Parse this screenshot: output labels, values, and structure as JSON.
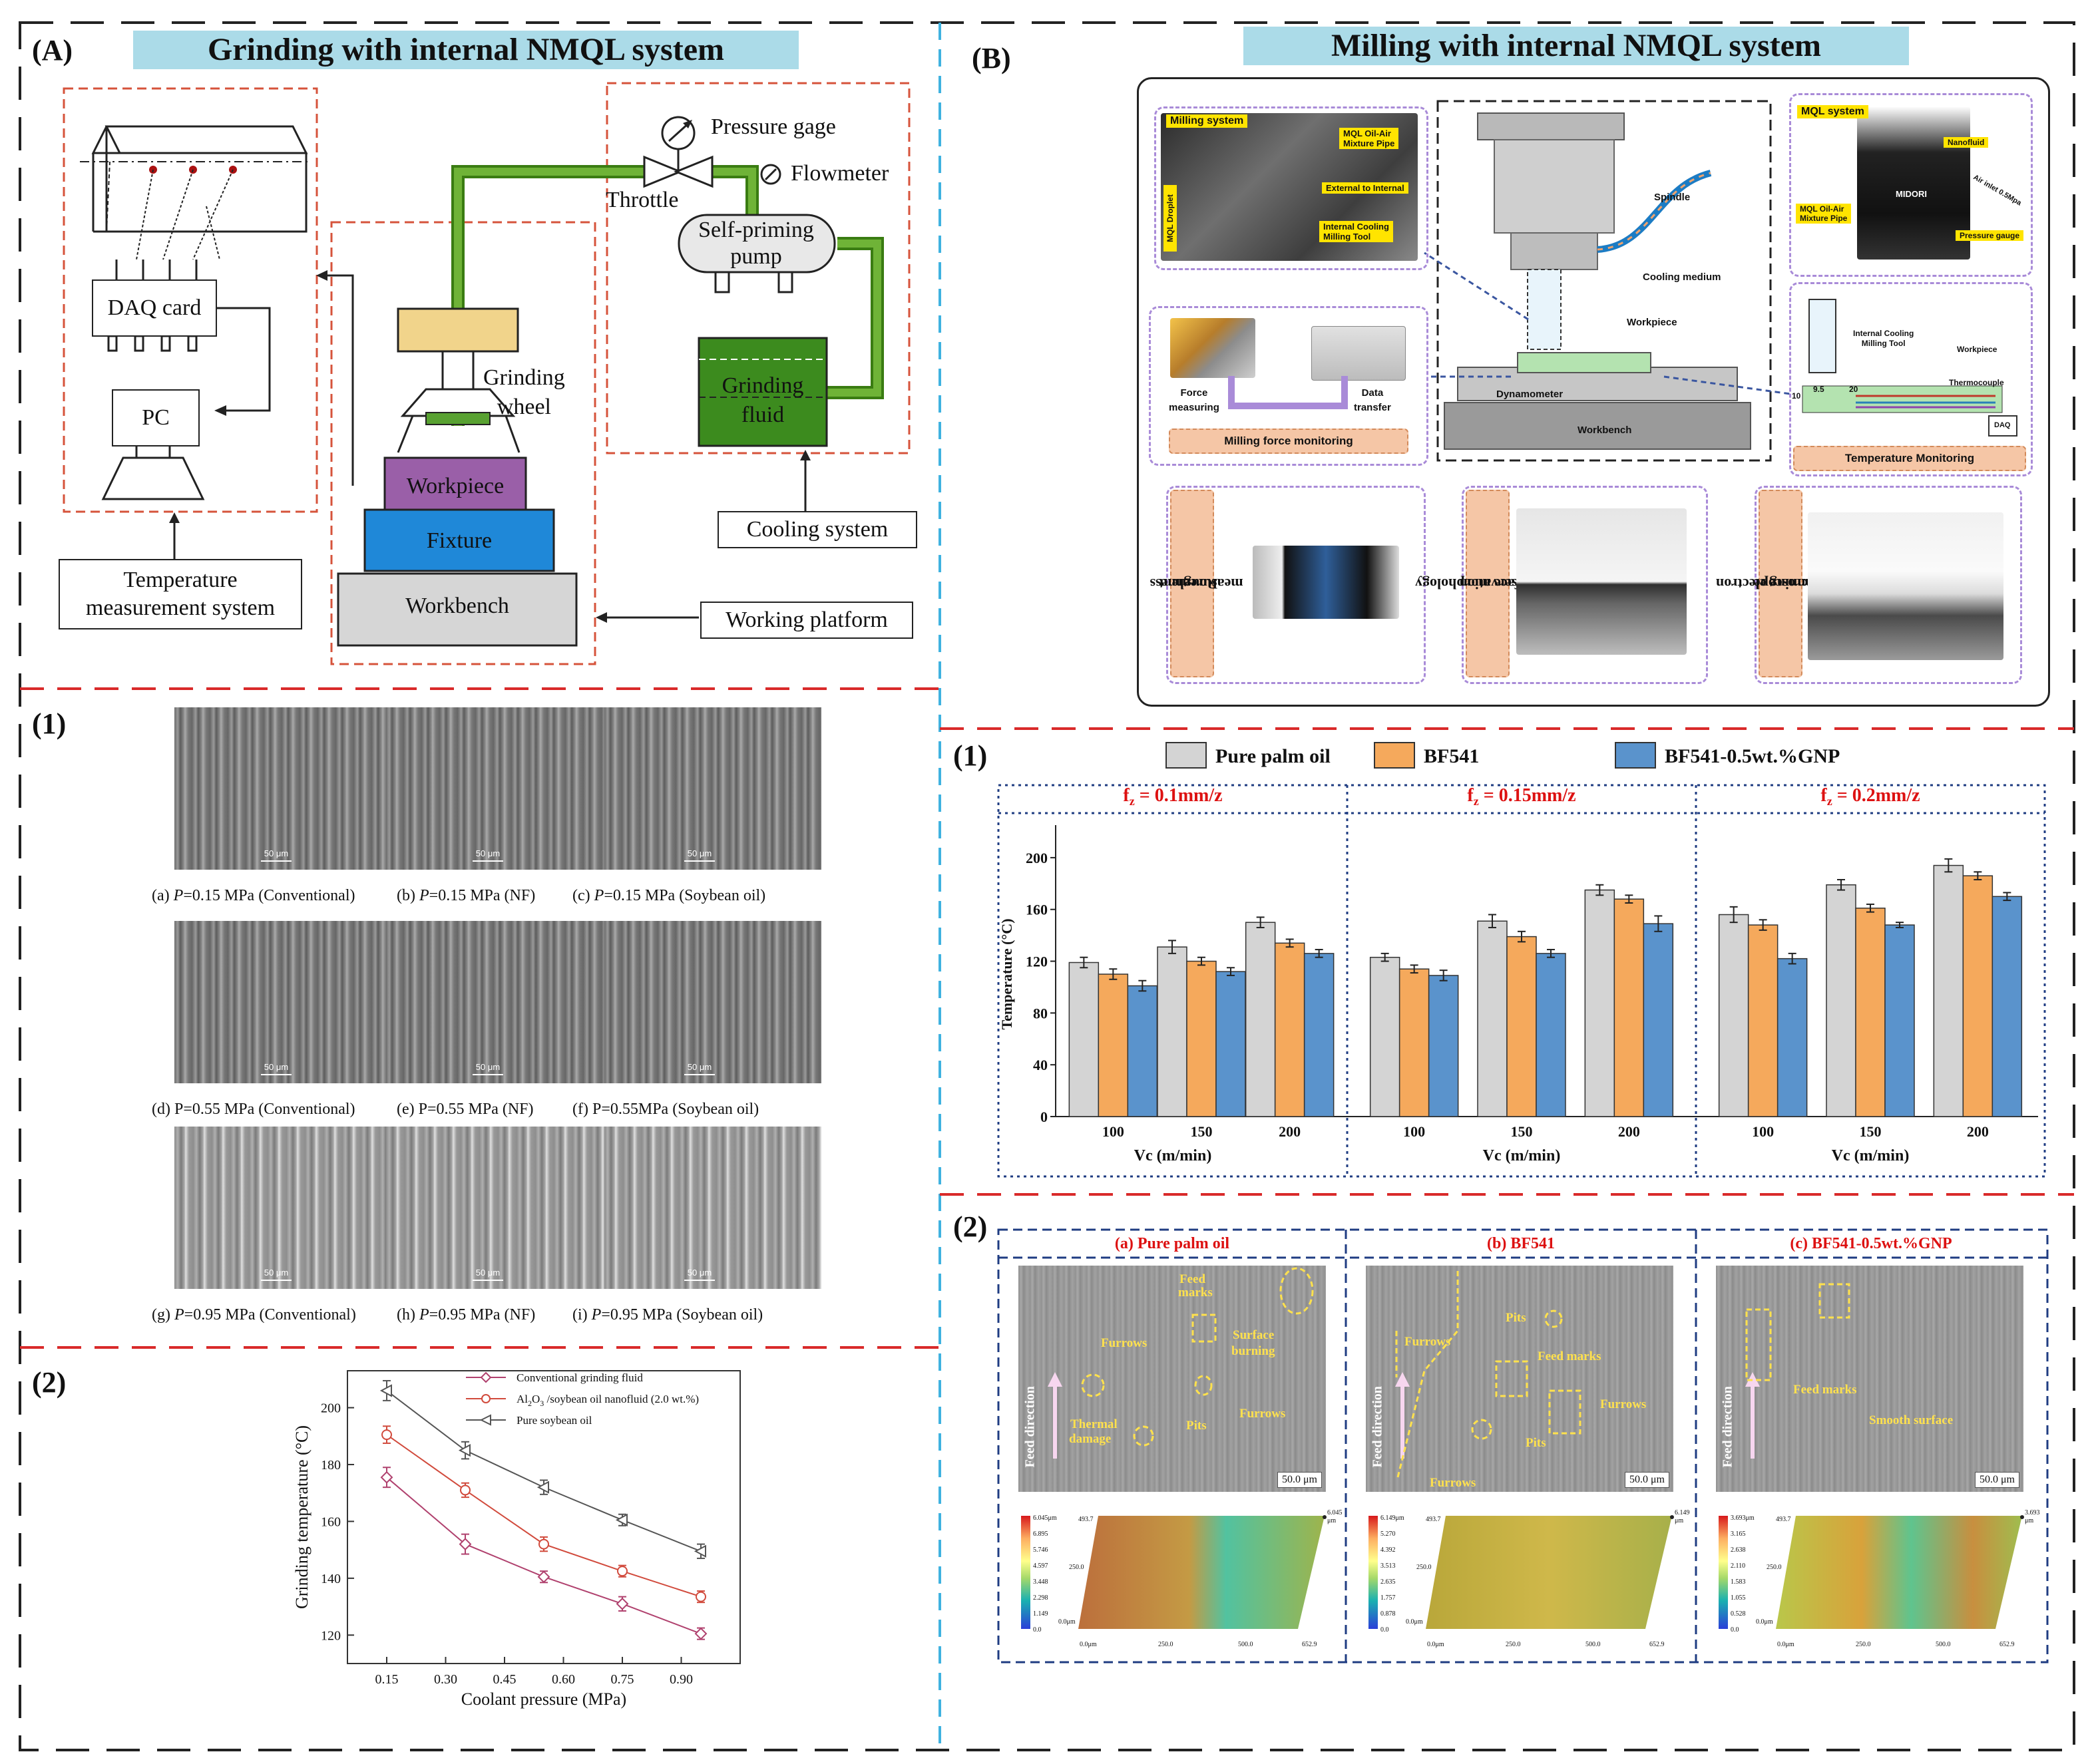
{
  "panelA": {
    "label": "(A)",
    "title": "Grinding with internal NMQL system",
    "daq": "DAQ card",
    "pc": "PC",
    "temp_system": [
      "Temperature",
      "measurement system"
    ],
    "pressure_gage": "Pressure gage",
    "throttle": "Throttle",
    "flowmeter": "Flowmeter",
    "pump": [
      "Self-priming",
      "pump"
    ],
    "grinding_wheel": [
      "Grinding",
      "wheel"
    ],
    "grinding_fluid": [
      "Grinding",
      "fluid"
    ],
    "workpiece": "Workpiece",
    "fixture": "Fixture",
    "workbench": "Workbench",
    "cooling_system": "Cooling system",
    "working_platform": "Working platform"
  },
  "panelA1": {
    "label": "(1)",
    "scale": "50 μm",
    "rows": [
      {
        "caption_prefix": [
          "(a) ",
          "(b) ",
          "(c) "
        ],
        "caption_p": [
          "P",
          "P",
          "P"
        ],
        "caption_rest": [
          "=0.15 MPa (Conventional)",
          "=0.15 MPa (NF)",
          "=0.15 MPa (Soybean oil)"
        ]
      },
      {
        "caption_prefix": [
          "(d) P",
          "(e) P",
          "(f) P"
        ],
        "caption_p": [
          "",
          "",
          ""
        ],
        "caption_rest": [
          "=0.55 MPa (Conventional)",
          "=0.55 MPa (NF)",
          "=0.55MPa (Soybean oil)"
        ]
      },
      {
        "caption_prefix": [
          "(g) ",
          "(h) ",
          "(i) "
        ],
        "caption_p": [
          "P",
          "P",
          "P"
        ],
        "caption_rest": [
          "=0.95 MPa (Conventional)",
          "=0.95 MPa (NF)",
          "=0.95 MPa (Soybean oil)"
        ]
      }
    ]
  },
  "panelA2": {
    "label": "(2)"
  },
  "panelB": {
    "label": "(B)",
    "title": "Milling with internal NMQL system",
    "milling_system": "Milling system",
    "mql_pipe": [
      "MQL Oil-Air",
      "Mixture Pipe"
    ],
    "ext_int": "External to Internal",
    "int_tool": [
      "Internal Cooling",
      "Milling Tool"
    ],
    "mql_droplet": "MQL Droplet",
    "spindle": "Spindle",
    "cooling_medium": "Cooling medium",
    "workpiece": "Workpiece",
    "dynamometer": "Dynamometer",
    "workbench": "Workbench",
    "mql_system": "MQL system",
    "nanofluid": "Nanofluid",
    "midori": "MIDORI",
    "air_inlet": "Air inlet 0.5Mpa",
    "mql_pipe2": [
      "MQL Oil-Air",
      "Mixture Pipe"
    ],
    "pressure_gauge": "Pressure gauge",
    "force_measuring": [
      "Force",
      "measuring"
    ],
    "data_transfer": [
      "Data",
      "transfer"
    ],
    "milling_force": "Milling force monitoring",
    "temp_tool": [
      "Internal Cooling",
      "Milling Tool"
    ],
    "temp_workpiece": "Workpiece",
    "thermocouple": "Thermocouple",
    "dim10": "10",
    "dim95": "9.5",
    "dim20": "20",
    "daq": "DAQ",
    "temp_monitoring": "Temperature Monitoring",
    "roughness": [
      "Roughness",
      "measurement"
    ],
    "surface_morph": [
      "Surface morphology",
      "observation"
    ],
    "sem": [
      "Scanning electron",
      "microscope"
    ]
  },
  "panelB1": {
    "label": "(1)"
  },
  "panelB2": {
    "label": "(2)",
    "titles": [
      "(a) Pure palm oil",
      "(b) BF541",
      "(c) BF541-0.5wt.%GNP"
    ],
    "feed_direction": "Feed direction",
    "scale": "50.0 μm",
    "annotations_a": {
      "furrows": "Furrows",
      "feed": [
        "Feed",
        "marks"
      ],
      "surface": [
        "Surface",
        "burning"
      ],
      "furrows2": "Furrows",
      "thermal": [
        "Thermal",
        "damage"
      ],
      "pits": "Pits"
    },
    "annotations_b": {
      "furrows": "Furrows",
      "pits": "Pits",
      "feed": "Feed marks",
      "furrows2": "Furrows",
      "pits2": "Pits",
      "furrows3": "Furrows"
    },
    "annotations_c": {
      "feed": "Feed marks",
      "smooth": "Smooth surface"
    },
    "maps": [
      {
        "max": "6.045μm",
        "levels": [
          "6.045μm",
          "6.895",
          "5.746",
          "4.597",
          "3.448",
          "2.298",
          "1.149",
          "0.0"
        ],
        "peak": "6.045",
        "peak_unit": "μm"
      },
      {
        "max": "6.149μm",
        "levels": [
          "6.149μm",
          "5.270",
          "4.392",
          "3.513",
          "2.635",
          "1.757",
          "0.878",
          "0.0"
        ],
        "peak": "6.149",
        "peak_unit": "μm"
      },
      {
        "max": "3.693μm",
        "levels": [
          "3.693μm",
          "3.165",
          "2.638",
          "2.110",
          "1.583",
          "1.055",
          "0.528",
          "0.0"
        ],
        "peak": "3.693",
        "peak_unit": "μm"
      }
    ],
    "map_y": [
      "493.7",
      "250.0",
      "0.0μm"
    ],
    "map_x": [
      "0.0μm",
      "250.0",
      "500.0",
      "652.9"
    ]
  },
  "chart_data": [
    {
      "type": "line",
      "xlabel": "Coolant pressure (MPa)",
      "ylabel": "Grinding temperature (°C)",
      "x": [
        0.15,
        0.35,
        0.55,
        0.75,
        0.95
      ],
      "xticks": [
        "0.15",
        "0.30",
        "0.45",
        "0.60",
        "0.75",
        "0.90"
      ],
      "yticks": [
        "120",
        "140",
        "160",
        "180",
        "200"
      ],
      "xlim": [
        0.05,
        1.05
      ],
      "ylim": [
        110,
        213
      ],
      "series": [
        {
          "name": "Conventional grinding fluid",
          "values": [
            175.5,
            152,
            140.5,
            131,
            120.5
          ],
          "errors": [
            3.5,
            3.5,
            2,
            2.5,
            2
          ],
          "color": "#b0416e",
          "marker": "diamond"
        },
        {
          "name": "Al2O3 /soybean oil nanofluid (2.0 wt.%)",
          "name_parts": [
            "Al",
            "2",
            "O",
            "3",
            " /soybean oil nanofluid (2.0 wt.%)"
          ],
          "values": [
            190.5,
            171,
            152,
            142.5,
            133.5
          ],
          "errors": [
            3,
            2.5,
            2.5,
            2,
            2
          ],
          "color": "#d14a3c",
          "marker": "circle"
        },
        {
          "name": "Pure soybean oil",
          "values": [
            206,
            185,
            172,
            160.5,
            149.5
          ],
          "errors": [
            3.5,
            3,
            2.5,
            2,
            2.5
          ],
          "color": "#555555",
          "marker": "triangle"
        }
      ]
    },
    {
      "type": "bar",
      "ylabel": "Temperature (°C)",
      "xlabel": "Vc (m/min)",
      "ylim": [
        0,
        220
      ],
      "yticks": [
        "0",
        "40",
        "80",
        "120",
        "160",
        "200"
      ],
      "legend": [
        "Pure palm oil",
        "BF541",
        "BF541-0.5wt.%GNP"
      ],
      "colors": [
        "#d4d4d4",
        "#f5a95c",
        "#5a93cc"
      ],
      "groups": [
        {
          "title_prefix": "f",
          "title_sub": "z",
          "title_rest": " = 0.1mm/z",
          "categories": [
            "100",
            "150",
            "200"
          ],
          "series": [
            {
              "name": "Pure palm oil",
              "values": [
                119,
                131,
                150
              ],
              "errors": [
                4,
                5,
                4
              ]
            },
            {
              "name": "BF541",
              "values": [
                110,
                120,
                134
              ],
              "errors": [
                4,
                3,
                3
              ]
            },
            {
              "name": "BF541-0.5wt.%GNP",
              "values": [
                101,
                112,
                126
              ],
              "errors": [
                4,
                3,
                3
              ]
            }
          ]
        },
        {
          "title_prefix": "f",
          "title_sub": "z",
          "title_rest": " = 0.15mm/z",
          "categories": [
            "100",
            "150",
            "200"
          ],
          "series": [
            {
              "name": "Pure palm oil",
              "values": [
                123,
                151,
                175
              ],
              "errors": [
                3,
                5,
                4
              ]
            },
            {
              "name": "BF541",
              "values": [
                114,
                139,
                168
              ],
              "errors": [
                3,
                4,
                3
              ]
            },
            {
              "name": "BF541-0.5wt.%GNP",
              "values": [
                109,
                126,
                149
              ],
              "errors": [
                4,
                3,
                6
              ]
            }
          ]
        },
        {
          "title_prefix": "f",
          "title_sub": "z",
          "title_rest": " = 0.2mm/z",
          "categories": [
            "100",
            "150",
            "200"
          ],
          "series": [
            {
              "name": "Pure palm oil",
              "values": [
                156,
                179,
                194
              ],
              "errors": [
                6,
                4,
                5
              ]
            },
            {
              "name": "BF541",
              "values": [
                148,
                161,
                186
              ],
              "errors": [
                4,
                3,
                3
              ]
            },
            {
              "name": "BF541-0.5wt.%GNP",
              "values": [
                122,
                148,
                170
              ],
              "errors": [
                4,
                2,
                3
              ]
            }
          ]
        }
      ]
    }
  ]
}
